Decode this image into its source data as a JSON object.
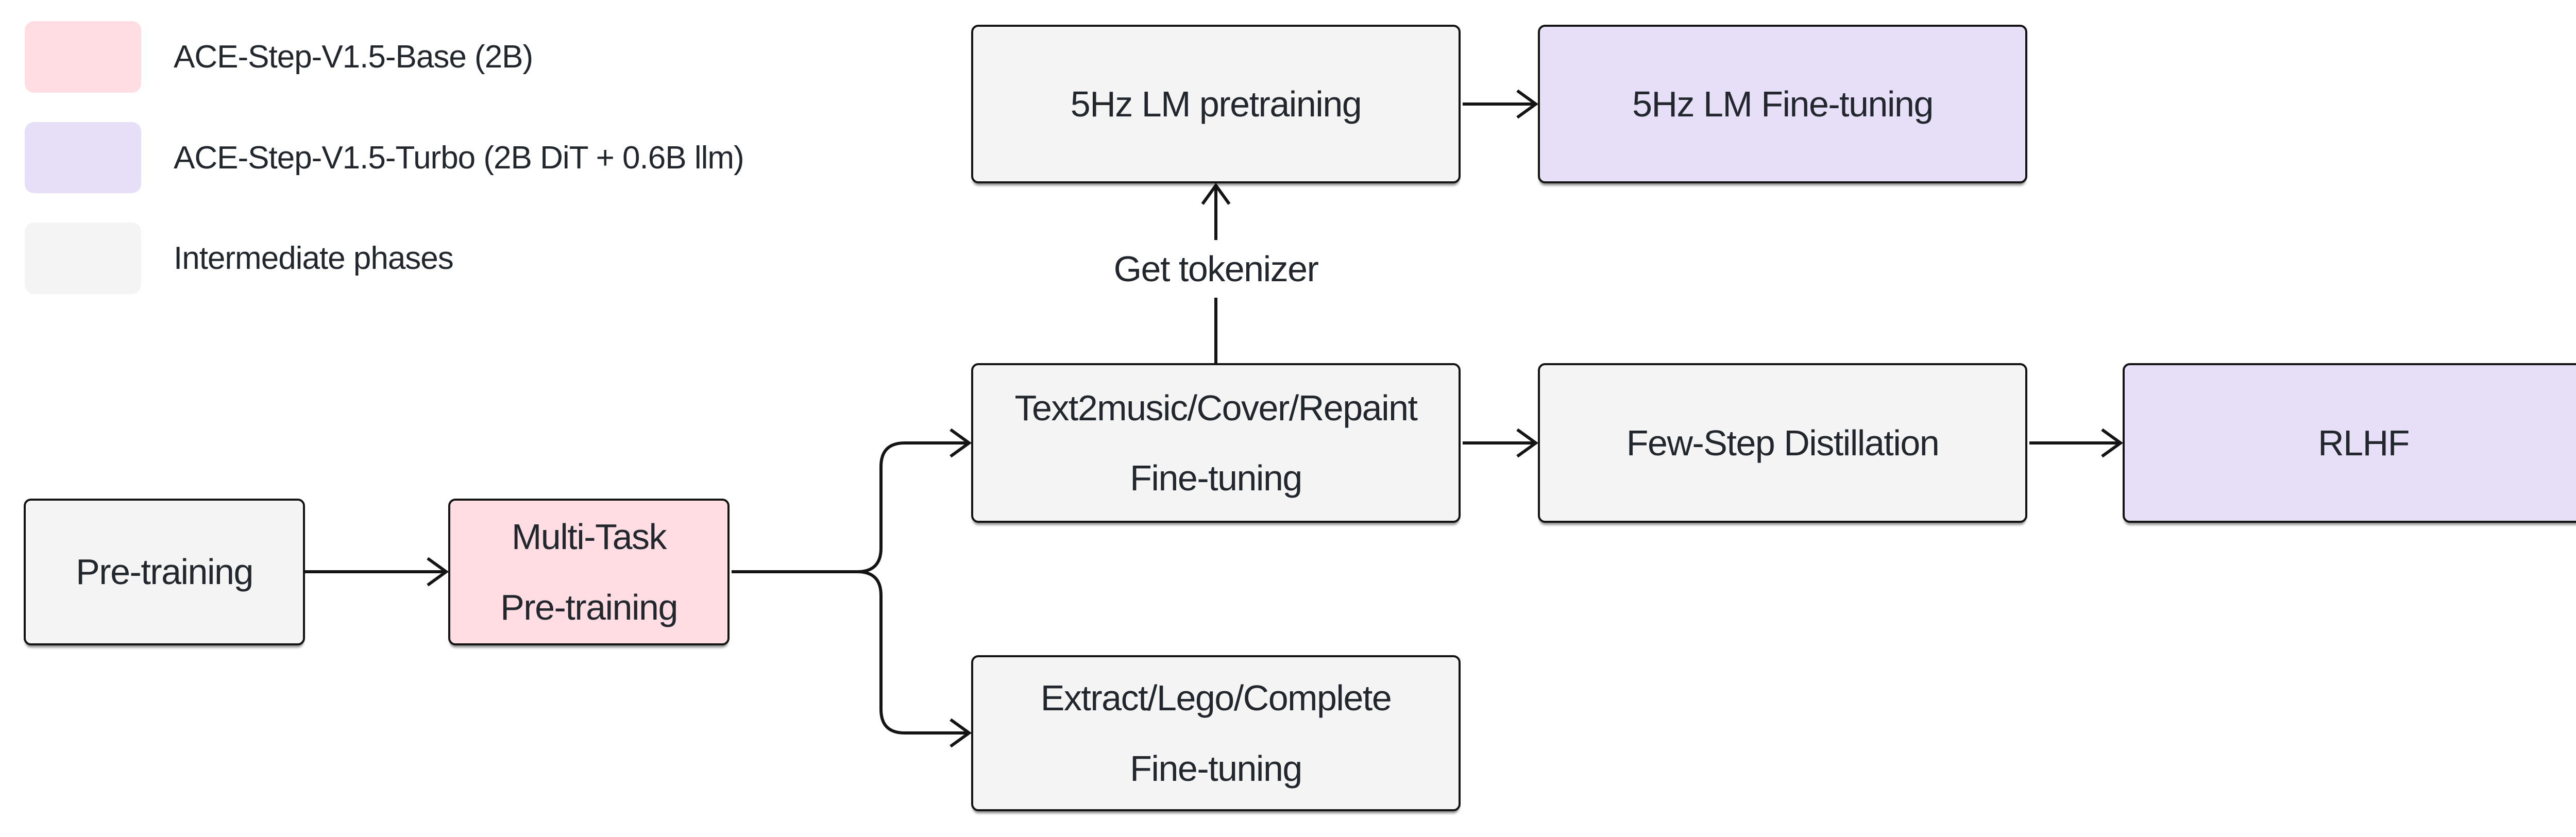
{
  "diagram_type": "flowchart",
  "colors": {
    "background": "#ffffff",
    "node_border": "#141414",
    "edge_line": "#141414",
    "text": "#22272e",
    "base_pink": "#ffdde2",
    "turbo_lavender": "#e7dff8",
    "intermediate_gray": "#f4f4f4"
  },
  "legend": {
    "items": [
      {
        "label": "ACE-Step-V1.5-Base (2B)",
        "color": "#ffdde2"
      },
      {
        "label": "ACE-Step-V1.5-Turbo (2B DiT + 0.6B llm)",
        "color": "#e7dff8"
      },
      {
        "label": "Intermediate phases",
        "color": "#f4f4f4"
      }
    ]
  },
  "nodes": [
    {
      "id": "five-hz-lm-pretraining",
      "lines": [
        "5Hz LM pretraining"
      ],
      "fill": "#f4f4f4"
    },
    {
      "id": "five-hz-lm-finetuning",
      "lines": [
        "5Hz LM Fine-tuning"
      ],
      "fill": "#e7dff8"
    },
    {
      "id": "text2music-cover-repaint-finetuning",
      "lines": [
        "Text2music/Cover/Repaint",
        "Fine-tuning"
      ],
      "fill": "#f4f4f4"
    },
    {
      "id": "few-step-distillation",
      "lines": [
        "Few-Step Distillation"
      ],
      "fill": "#f4f4f4"
    },
    {
      "id": "rlhf",
      "lines": [
        "RLHF"
      ],
      "fill": "#e7dff8"
    },
    {
      "id": "pre-training",
      "lines": [
        "Pre-training"
      ],
      "fill": "#f4f4f4"
    },
    {
      "id": "multi-task-pre-training",
      "lines": [
        "Multi-Task",
        "Pre-training"
      ],
      "fill": "#ffdde2"
    },
    {
      "id": "extract-lego-complete-finetuning",
      "lines": [
        "Extract/Lego/Complete",
        "Fine-tuning"
      ],
      "fill": "#f4f4f4"
    }
  ],
  "edges": [
    {
      "from": "pre-training",
      "to": "multi-task-pre-training",
      "label": ""
    },
    {
      "from": "multi-task-pre-training",
      "to": "text2music-cover-repaint-finetuning",
      "label": ""
    },
    {
      "from": "multi-task-pre-training",
      "to": "extract-lego-complete-finetuning",
      "label": ""
    },
    {
      "from": "text2music-cover-repaint-finetuning",
      "to": "five-hz-lm-pretraining",
      "label": "Get tokenizer"
    },
    {
      "from": "five-hz-lm-pretraining",
      "to": "five-hz-lm-finetuning",
      "label": ""
    },
    {
      "from": "text2music-cover-repaint-finetuning",
      "to": "few-step-distillation",
      "label": ""
    },
    {
      "from": "few-step-distillation",
      "to": "rlhf",
      "label": ""
    }
  ],
  "edge_label": {
    "text": "Get tokenizer"
  }
}
